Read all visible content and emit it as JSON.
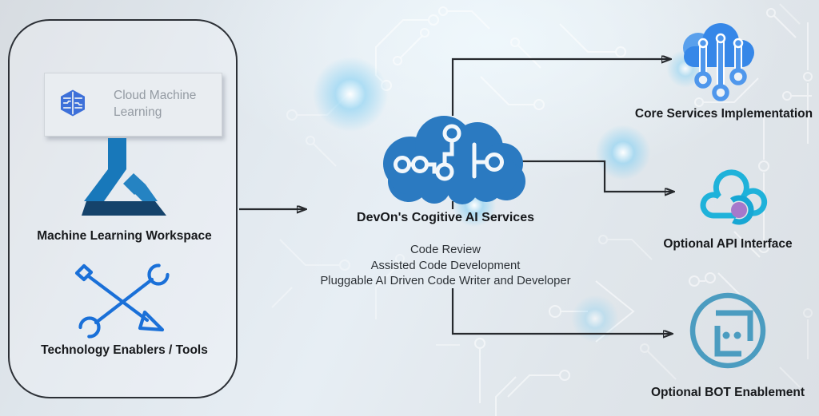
{
  "left_panel": {
    "card": {
      "line1": "Cloud Machine",
      "line2": "Learning"
    },
    "workspace_label": "Machine Learning Workspace",
    "tools_label": "Technology Enablers / Tools"
  },
  "center": {
    "title": "DevOn's Cogitive AI Services",
    "services": [
      "Code Review",
      "Assisted Code Development",
      "Pluggable AI Driven Code Writer and Developer"
    ]
  },
  "right": {
    "items": [
      {
        "label": "Core Services Implementation"
      },
      {
        "label": "Optional API Interface"
      },
      {
        "label": "Optional BOT Enablement"
      }
    ]
  },
  "colors": {
    "background": "#dde3e8",
    "panel_border": "#2c3036",
    "arrow": "#26292d",
    "brain_cloud_blue": "#2b7ac1",
    "core_cloud_blue": "#3687e8",
    "api_cyan": "#1fb2da",
    "api_dot_purple": "#a678cb",
    "bot_blue": "#4b9cc0",
    "azure_ml_blue": "#1878ba",
    "azure_ml_dark": "#15436b",
    "tools_blue": "#1a70d8",
    "card_icon_blue": "#3d70d9",
    "card_text_gray": "#939aa2",
    "label_dark": "#17191c"
  }
}
